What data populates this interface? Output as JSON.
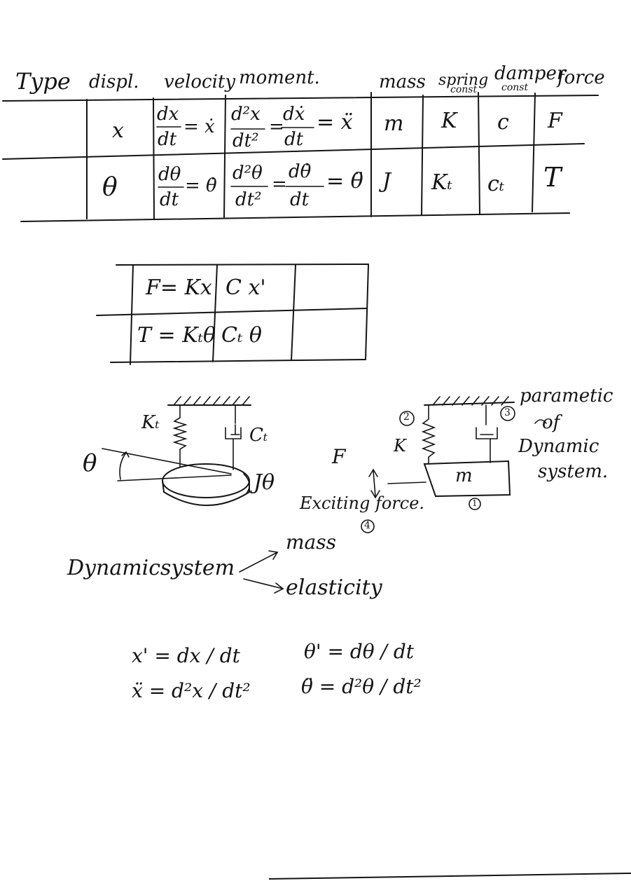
{
  "header": {
    "type": "Type",
    "displ": "displ.",
    "velocity": "velocity",
    "moment": "moment.",
    "mass": "mass",
    "spring": "spring",
    "spring_sub": "const",
    "damper": "damper",
    "damper_sub": "const",
    "force": "force"
  },
  "rows": [
    {
      "displ": "x",
      "velocity_num": "dx",
      "velocity_den": "dt",
      "velocity_eq": "= ẋ",
      "moment_num": "d²x",
      "moment_den": "dt²",
      "moment_mid": "=",
      "moment_num2": "dẋ",
      "moment_den2": "dt",
      "moment_eq": "= ẍ",
      "mass": "m",
      "spring": "K",
      "damper": "c",
      "force": "F"
    },
    {
      "displ": "θ",
      "velocity_num": "dθ",
      "velocity_den": "dt",
      "velocity_eq": "= θ̇",
      "moment_num": "d²θ",
      "moment_den": "dt²",
      "moment_mid": "=",
      "moment_num2": "dθ̇",
      "moment_den2": "dt",
      "moment_eq": "= θ̈",
      "mass": "J",
      "spring": "Kₜ",
      "damper": "cₜ",
      "force": "T"
    }
  ],
  "small_table": [
    [
      "F= Kx",
      "C x'",
      ""
    ],
    [
      "T = Kₜθ",
      "Cₜ θ",
      ""
    ]
  ],
  "torsion_diagram": {
    "spring_label": "Kₜ",
    "damper_label": "Cₜ",
    "angle_label": "θ",
    "inertia_label": "Jθ"
  },
  "mass_diagram": {
    "force_label": "F",
    "spring_label": "K",
    "mass_label": "m",
    "exciting_label": "Exciting force.",
    "num_1": "1",
    "num_2": "2",
    "num_3": "3",
    "num_4": "4",
    "note_line1": "parametic",
    "note_line2": "of",
    "note_line3": "Dynamic",
    "note_line4": "system."
  },
  "dynamic_system": {
    "label": "Dynamicsystem",
    "branch1": "mass",
    "branch2": "elasticity"
  },
  "formulas": {
    "x1": "x' = dx / dt",
    "x2": "ẍ = d²x / dt²",
    "t1": "θ' = dθ / dt",
    "t2": "θ̈ = d²θ / dt²"
  }
}
